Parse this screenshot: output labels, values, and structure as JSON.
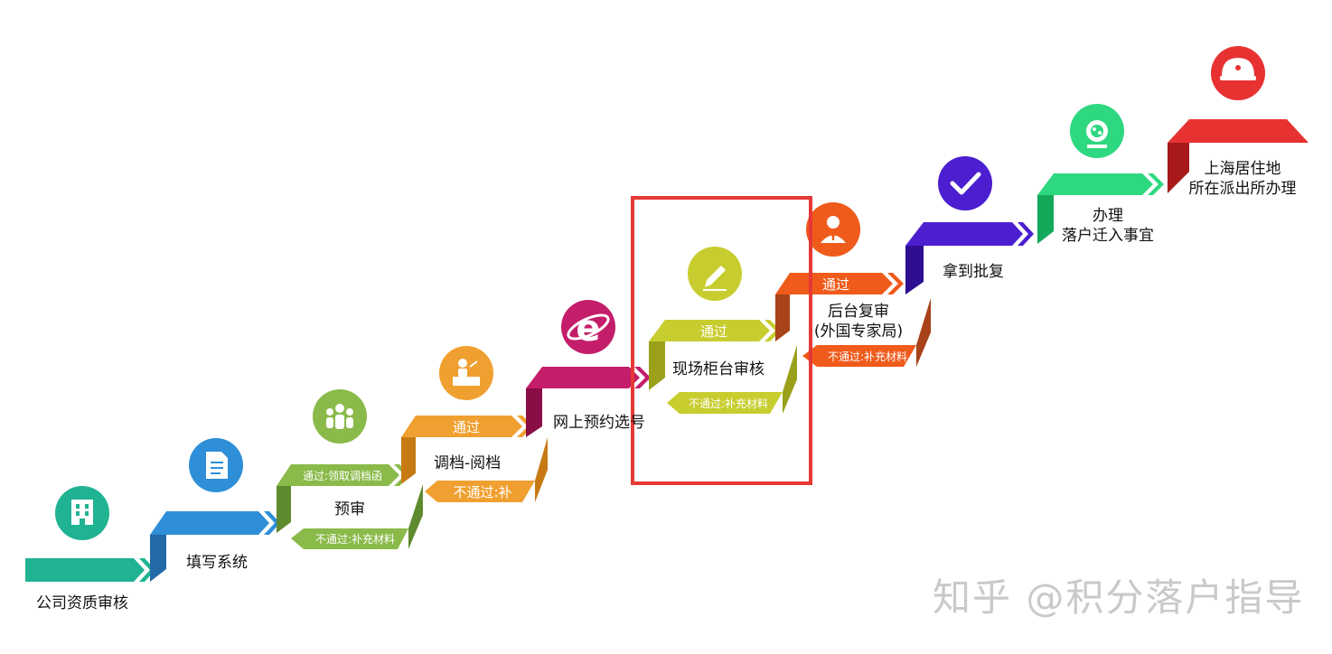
{
  "steps": [
    {
      "label": "公司资质审核",
      "color": "#1fb392"
    },
    {
      "label": "填写系统",
      "color": "#2e8fd8"
    },
    {
      "label": "预审",
      "color": "#7aa63e",
      "pass": "通过:领取调档函",
      "fail": "不通过:补充材料"
    },
    {
      "label": "调档-阅档",
      "color": "#f0a030",
      "pass": "通过",
      "fail": "不通过:补"
    },
    {
      "label": "网上预约选号",
      "color": "#b5175e"
    },
    {
      "label": "现场柜台审核",
      "color": "#b7bf2a",
      "pass": "通过",
      "fail": "不通过:补充材料"
    },
    {
      "label_line1": "后台复审",
      "label_line2": "(外国专家局)",
      "color": "#ef5b1b",
      "pass": "通过",
      "fail": "不通过:补充材料"
    },
    {
      "label": "拿到批复",
      "color": "#4b1fd0"
    },
    {
      "label_line1": "办理",
      "label_line2": "落户迁入事宜",
      "color": "#2ed880"
    },
    {
      "label_line1": "上海居住地",
      "label_line2": "所在派出所办理",
      "color": "#e83232"
    }
  ],
  "icons": [
    "building-icon",
    "document-icon",
    "group-icon",
    "desk-person-icon",
    "ie-browser-icon",
    "pencil-icon",
    "officer-icon",
    "checkmark-icon",
    "globe-icon",
    "police-cap-icon"
  ],
  "highlight_color": "#e53935",
  "watermark": "知乎 @积分落户指导"
}
